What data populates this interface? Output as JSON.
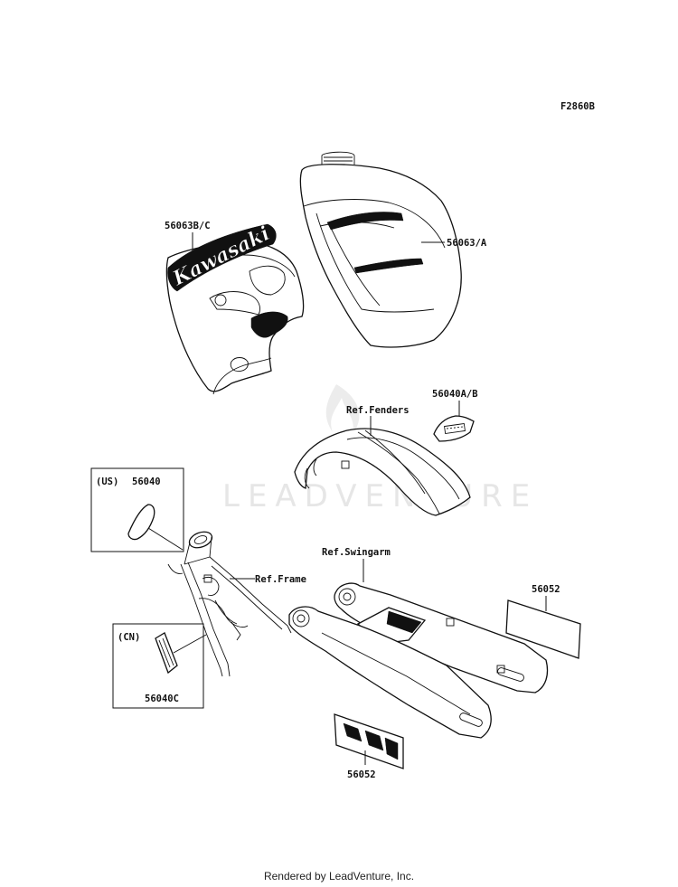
{
  "diagram_code": "F2860B",
  "watermark": "LEADVENTURE",
  "labels": {
    "decal_shroud": "56063B/C",
    "decal_tank": "56063/A",
    "decal_fender": "56040A/B",
    "ref_fenders": "Ref.Fenders",
    "us_box_tag": "(US)",
    "us_box_part": "56040",
    "ref_frame": "Ref.Frame",
    "cn_box_tag": "(CN)",
    "cn_box_part": "56040C",
    "ref_swingarm": "Ref.Swingarm",
    "decal_swingarm_right": "56052",
    "decal_swingarm_bottom": "56052"
  },
  "shroud_logo_text": "Kawasaki",
  "footer": "Rendered by LeadVenture, Inc."
}
